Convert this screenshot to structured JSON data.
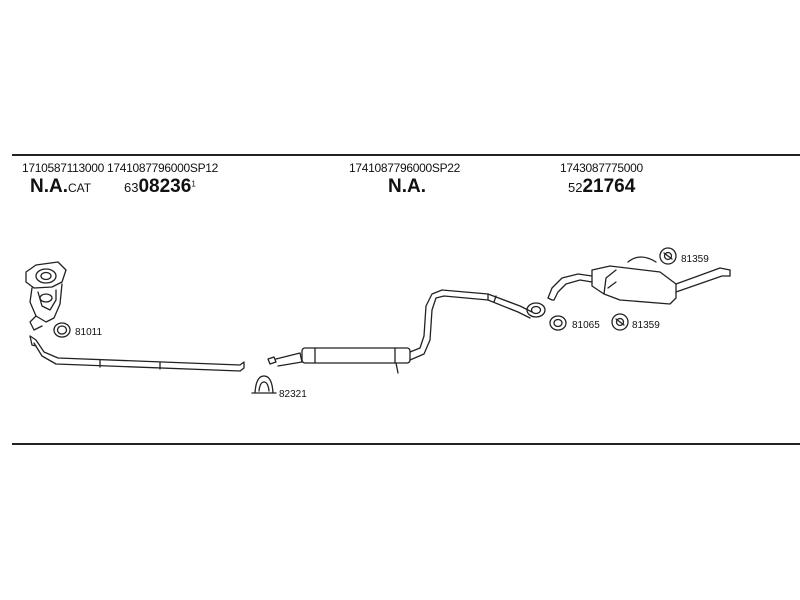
{
  "columns": [
    {
      "refs": "1710587113000 1741087796000SP12",
      "label_bold": "N.A.",
      "label_small": "CAT",
      "code_prefix": "63",
      "code_main": "08236",
      "code_sup": "1"
    },
    {
      "refs": "1741087796000SP22",
      "label_bold": "N.A."
    },
    {
      "refs": "1743087775000",
      "code_prefix": "52",
      "code_main": "21764"
    }
  ],
  "parts": {
    "gasket_front": "81011",
    "clamp_mid": "82321",
    "ring_rear": "81065",
    "hanger_rear_a": "81359",
    "hanger_rear_b": "81359"
  }
}
